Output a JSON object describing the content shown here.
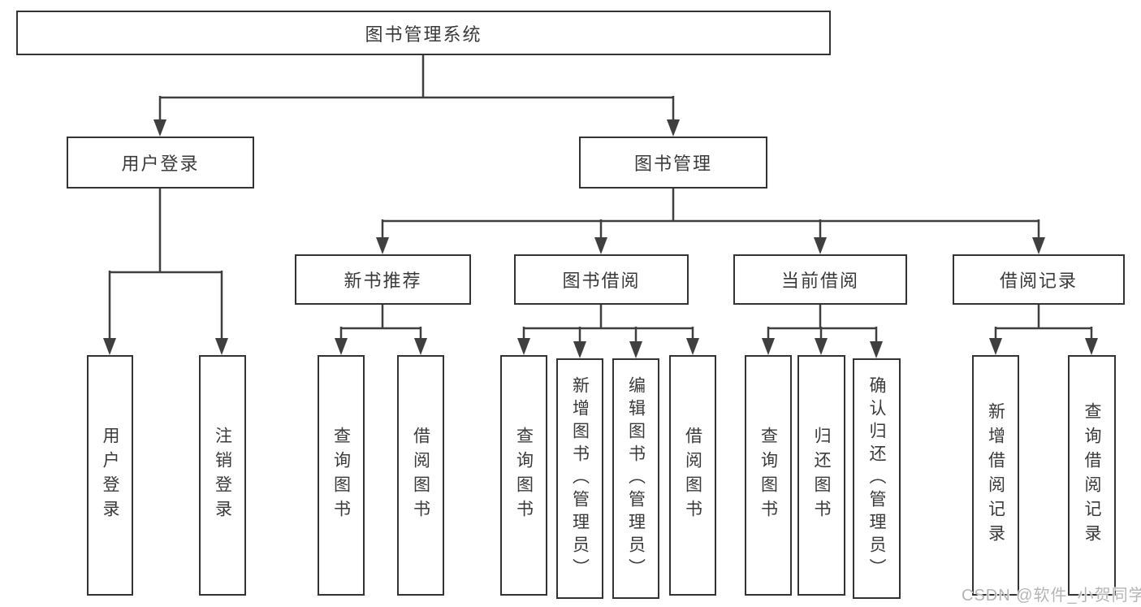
{
  "diagram": {
    "type": "hierarchy-tree",
    "root": {
      "label": "图书管理系统",
      "children": [
        {
          "label": "用户登录",
          "children": [
            {
              "label": "用户登录"
            },
            {
              "label": "注销登录"
            }
          ]
        },
        {
          "label": "图书管理",
          "children": [
            {
              "label": "新书推荐",
              "children": [
                {
                  "label": "查询图书"
                },
                {
                  "label": "借阅图书"
                }
              ]
            },
            {
              "label": "图书借阅",
              "children": [
                {
                  "label": "查询图书"
                },
                {
                  "label": "新增图书（管理员）"
                },
                {
                  "label": "编辑图书（管理员）"
                },
                {
                  "label": "借阅图书"
                }
              ]
            },
            {
              "label": "当前借阅",
              "children": [
                {
                  "label": "查询图书"
                },
                {
                  "label": "归还图书"
                },
                {
                  "label": "确认归还（管理员）"
                }
              ]
            },
            {
              "label": "借阅记录",
              "children": [
                {
                  "label": "新增借阅记录"
                },
                {
                  "label": "查询借阅记录"
                }
              ]
            }
          ]
        }
      ]
    }
  },
  "watermark": "CSDN @软件_小贺同学",
  "colors": {
    "line": "#3f3f3f",
    "box_border": "#333333",
    "box_fill": "#ffffff",
    "text": "#3a3a3a",
    "watermark": "#b5b5b5",
    "background": "#ffffff"
  }
}
